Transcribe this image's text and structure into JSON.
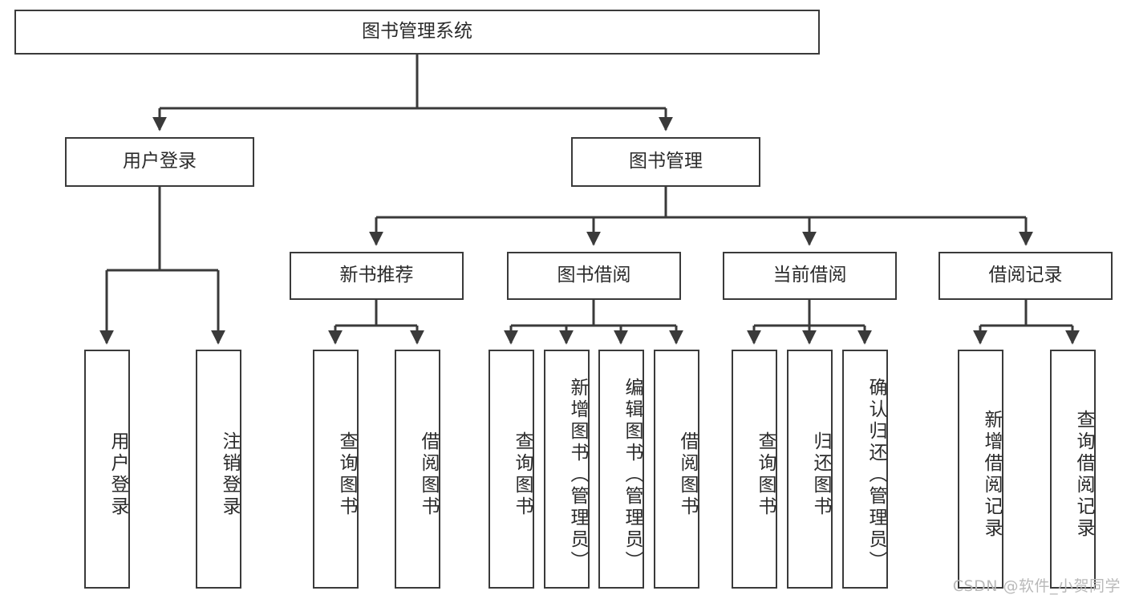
{
  "diagram": {
    "title": "图书管理系统",
    "type": "tree-hierarchy-chart",
    "watermark": "CSDN @软件_小贺同学",
    "colors": {
      "stroke": "#3a3a3a",
      "fill": "#ffffff",
      "text": "#2b2b2b",
      "watermark": "#b9b9b9"
    },
    "root": {
      "label": "图书管理系统"
    },
    "level2": [
      {
        "label": "用户登录"
      },
      {
        "label": "图书管理"
      }
    ],
    "level3": [
      {
        "label": "新书推荐"
      },
      {
        "label": "图书借阅"
      },
      {
        "label": "当前借阅"
      },
      {
        "label": "借阅记录"
      }
    ],
    "leaves": {
      "user_login": [
        {
          "label": "用户登录"
        },
        {
          "label": "注销登录"
        }
      ],
      "new_book_recommend": [
        {
          "label": "查询图书"
        },
        {
          "label": "借阅图书"
        }
      ],
      "book_borrow": [
        {
          "label": "查询图书"
        },
        {
          "label": "新增图书（管理员）"
        },
        {
          "label": "编辑图书（管理员）"
        },
        {
          "label": "借阅图书"
        }
      ],
      "current_borrow": [
        {
          "label": "查询图书"
        },
        {
          "label": "归还图书"
        },
        {
          "label": "确认归还（管理员）"
        }
      ],
      "borrow_record": [
        {
          "label": "新增借阅记录"
        },
        {
          "label": "查询借阅记录"
        }
      ]
    }
  }
}
